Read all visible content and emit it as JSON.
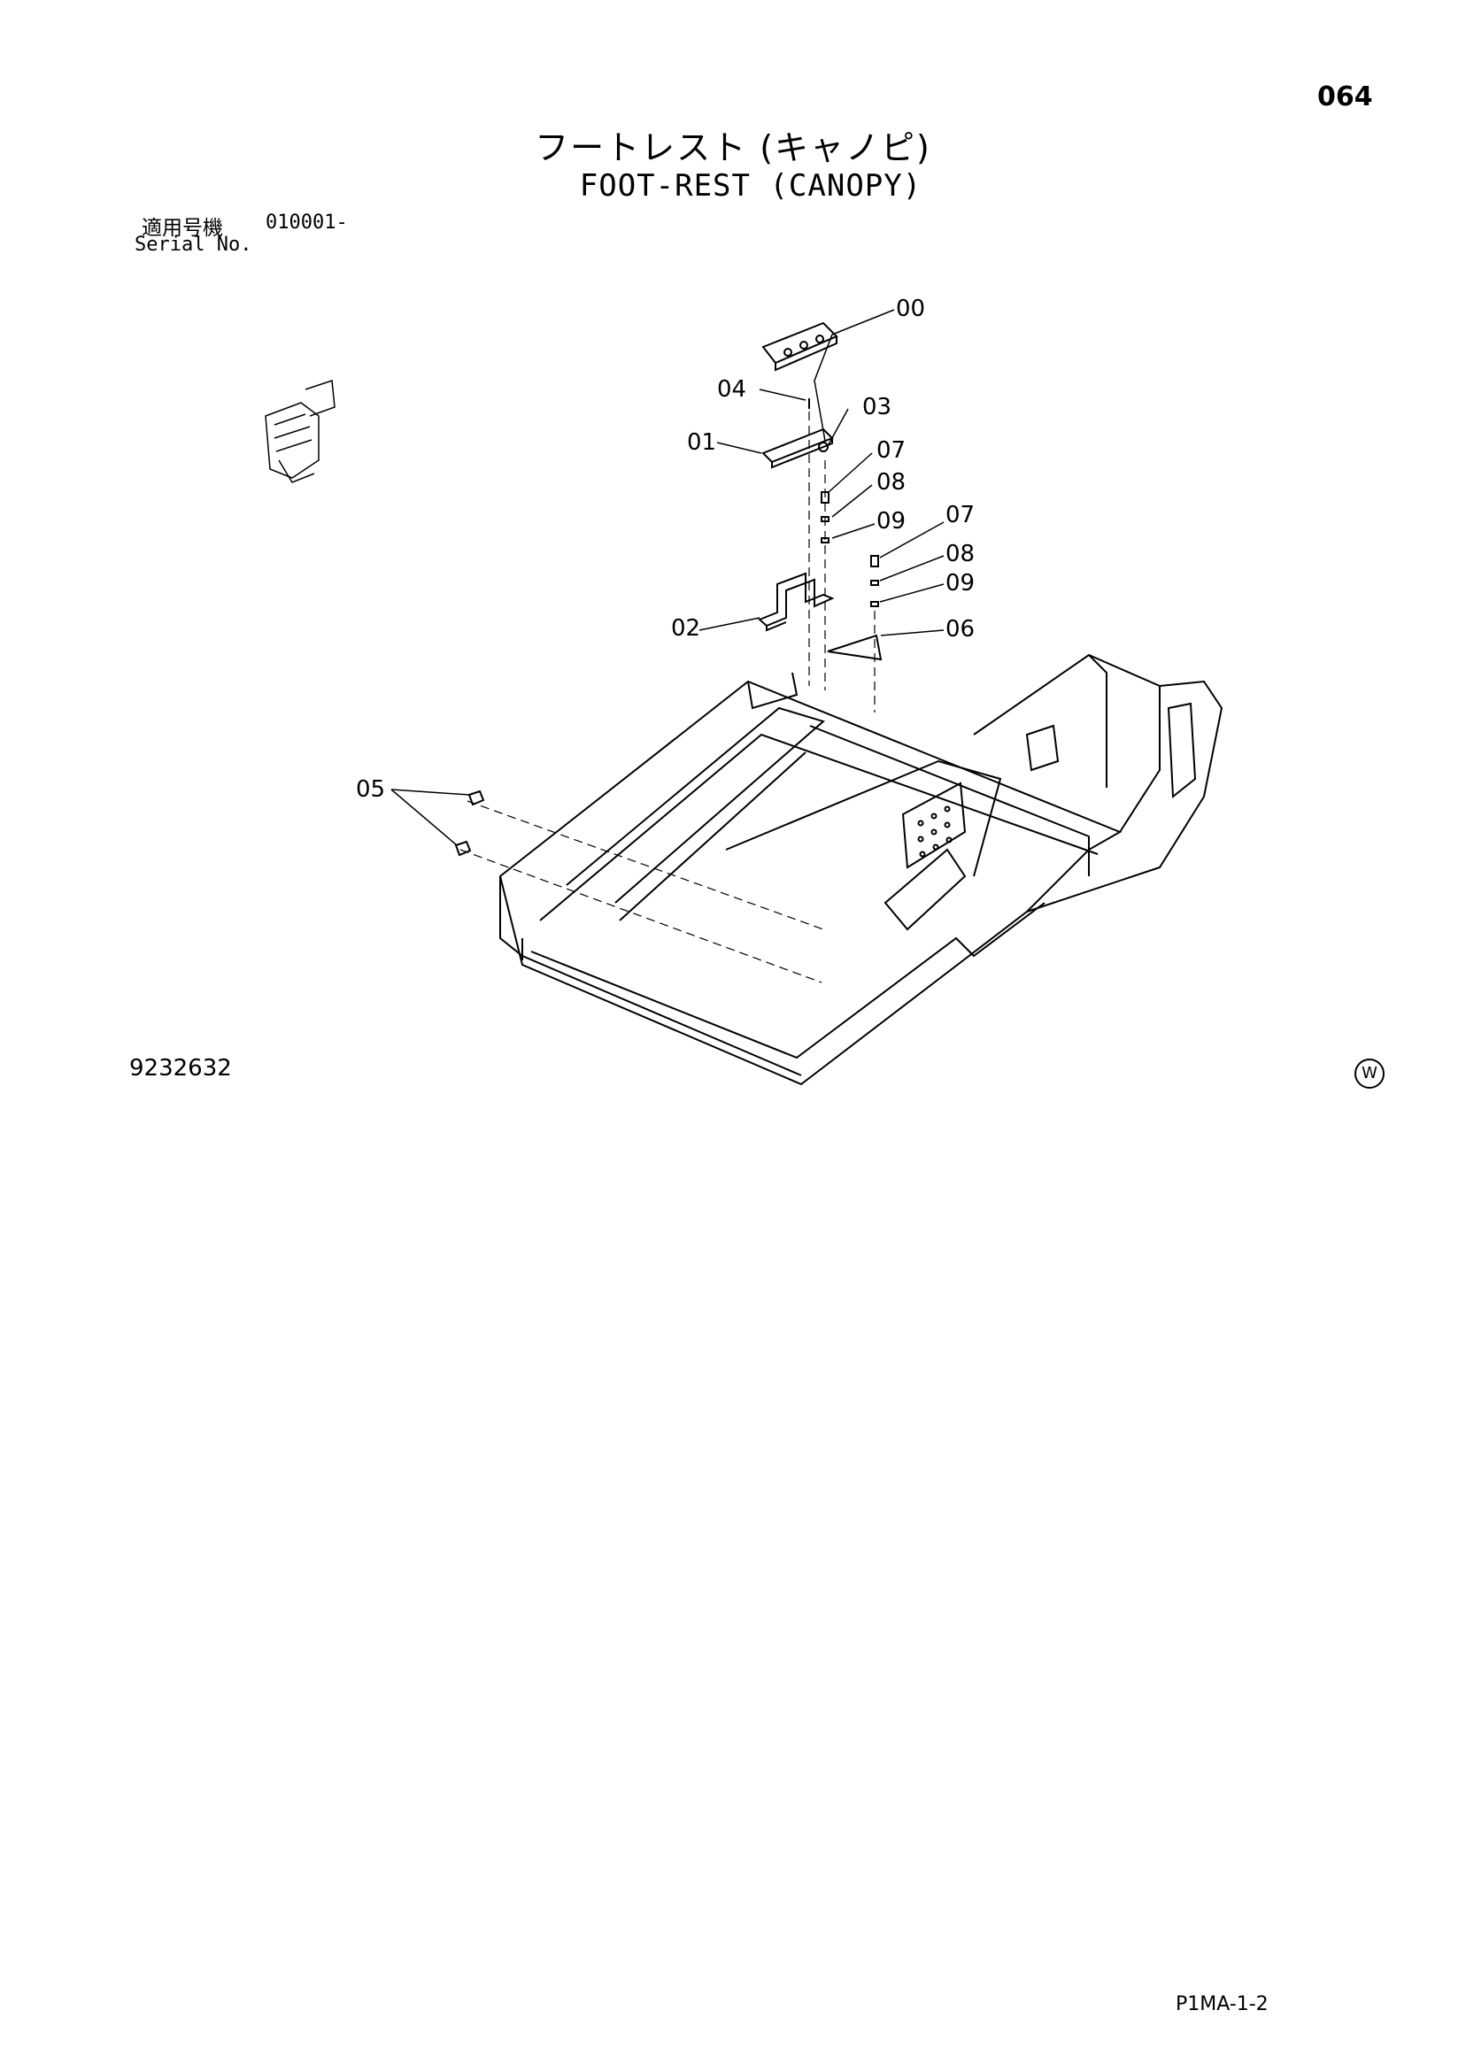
{
  "page": {
    "number": "064",
    "title_jp": "フートレスト (キャノピ)",
    "title_en": "FOOT-REST (CANOPY)",
    "serial_label_jp": "適用号機",
    "serial_range": "010001-",
    "serial_label_en": "Serial No.",
    "drawing_number": "9232632",
    "mark": "W",
    "page_code": "P1MA-1-2"
  },
  "callouts": [
    "00",
    "04",
    "03",
    "01",
    "07",
    "08",
    "09",
    "07",
    "08",
    "09",
    "02",
    "06",
    "05"
  ]
}
